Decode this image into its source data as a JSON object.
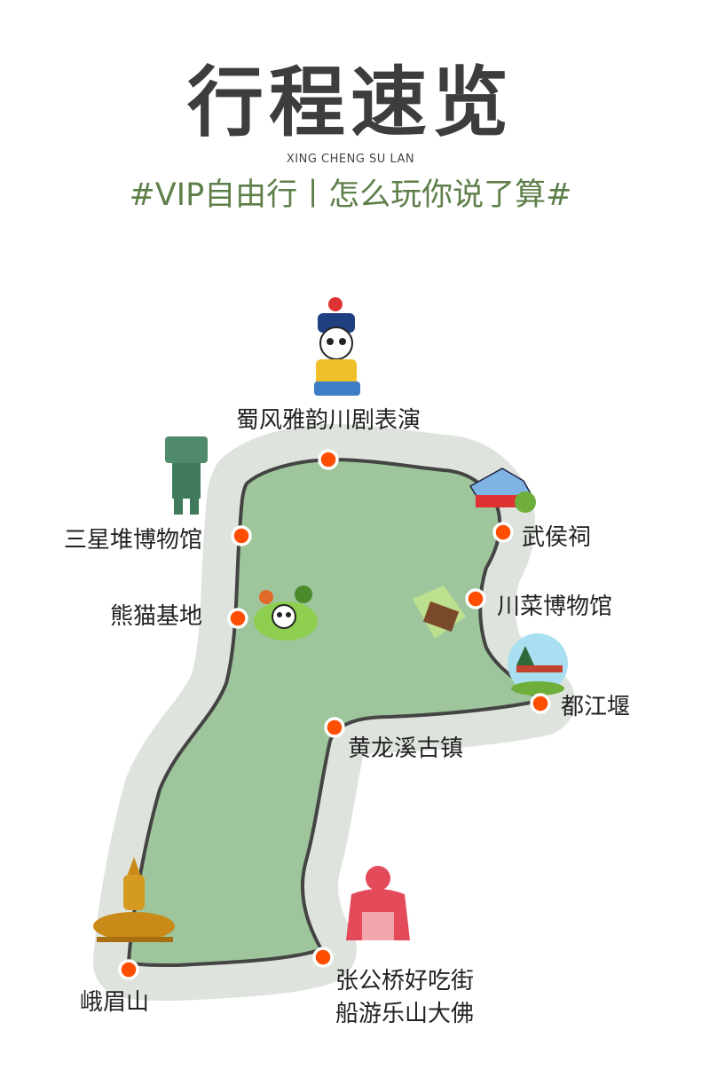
{
  "header": {
    "title": "行程速览",
    "pinyin": "XING CHENG SU LAN",
    "slogan": "#VIP自由行丨怎么玩你说了算#"
  },
  "colors": {
    "region_fill": "#9ec59b",
    "halo": "#dee4dd",
    "route": "#444444",
    "marker": "#ff4e00",
    "slogan": "#5e7f49"
  },
  "stops": [
    {
      "name": "蜀风雅韵川剧表演",
      "icon": "sichuan-opera-panda-icon"
    },
    {
      "name": "三星堆博物馆",
      "icon": "bronze-mask-statue-icon"
    },
    {
      "name": "武侯祠",
      "icon": "temple-icon"
    },
    {
      "name": "川菜博物馆",
      "icon": "cuisine-museum-icon"
    },
    {
      "name": "熊猫基地",
      "icon": "panda-icon"
    },
    {
      "name": "都江堰",
      "icon": "dujiangyan-icon"
    },
    {
      "name": "黄龙溪古镇",
      "icon": ""
    },
    {
      "name": "峨眉山",
      "icon": "golden-buddha-elephant-icon"
    },
    {
      "name": "张公桥好吃街",
      "name2": "船游乐山大佛",
      "icon": "leshan-buddha-icon"
    }
  ]
}
